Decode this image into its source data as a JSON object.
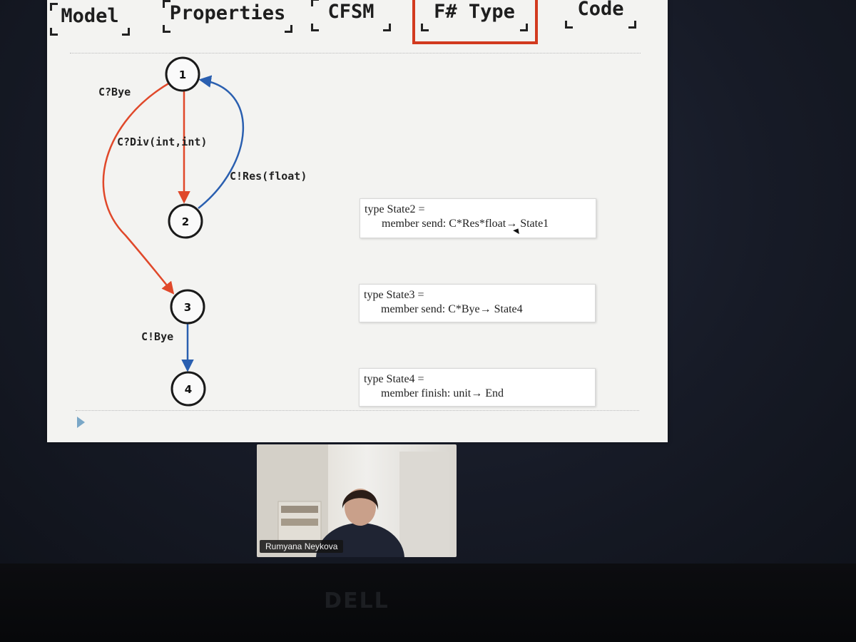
{
  "tabs": [
    {
      "label": "Model"
    },
    {
      "label": "Properties"
    },
    {
      "label": "CFSM"
    },
    {
      "label": "F# Type",
      "active": true
    },
    {
      "label": "Code"
    }
  ],
  "diagram": {
    "states": [
      "1",
      "2",
      "3",
      "4"
    ],
    "edges": [
      {
        "from": "1",
        "to": "2",
        "label": "C?Div(int,int)",
        "color": "#e0482a"
      },
      {
        "from": "2",
        "to": "1",
        "label": "C!Res(float)",
        "color": "#2a5fb0"
      },
      {
        "from": "1",
        "to": "3",
        "label": "C?Bye",
        "color": "#e0482a"
      },
      {
        "from": "3",
        "to": "4",
        "label": "C!Bye",
        "color": "#2a5fb0"
      }
    ]
  },
  "type_boxes": [
    {
      "line1": "type State2 =",
      "line2": "member send: C*Res*float→ State1"
    },
    {
      "line1": "type State3 =",
      "line2": "member send: C*Bye→ State4"
    },
    {
      "line1": "type State4 =",
      "line2": "member finish: unit→ End"
    }
  ],
  "colors": {
    "receive_edge": "#e0482a",
    "send_edge": "#2a5fb0",
    "active_tab_frame": "#d23a1f"
  },
  "participant": {
    "name": "Rumyana Neykova"
  },
  "brand": "DELL"
}
